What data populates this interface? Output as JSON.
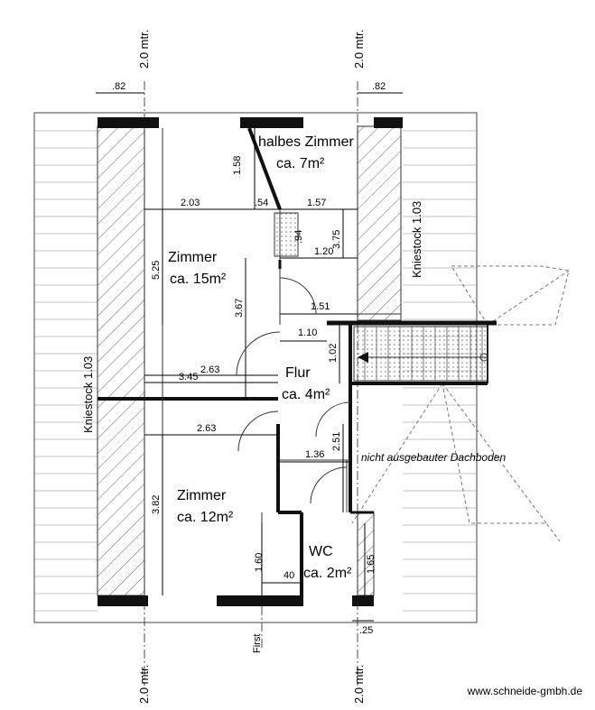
{
  "rooms": {
    "room_small_name": "halbes Zimmer",
    "room_small_area": "ca. 7m²",
    "room_large_name": "Zimmer",
    "room_large_area": "ca. 15m²",
    "room_mid_name": "Zimmer",
    "room_mid_area": "ca. 12m²",
    "hall_name": "Flur",
    "hall_area": "ca. 4m²",
    "wc_name": "WC",
    "wc_area": "ca. 2m²",
    "attic": "nicht ausgebauter Dachboden"
  },
  "labels": {
    "knee_left": "Kniestock 1.03",
    "knee_right": "Kniestock 1.03",
    "ridge": "First",
    "offset_tl": "2.0 mtr.",
    "offset_tr": "2.0 mtr.",
    "offset_bl": "2.0 mtr.",
    "offset_br": "2.0 mtr."
  },
  "dimensions": {
    "d_82_left": ".82",
    "d_82_right": ".82",
    "d_158": "1.58",
    "d_203": "2.03",
    "d_054": ".54",
    "d_157": "1.57",
    "d_375": "3.75",
    "d_094": ".94",
    "d_120": "1.20",
    "d_525": "5.25",
    "d_367": "3.67",
    "d_151": "1.51",
    "d_110": "1.10",
    "d_102": "1.02",
    "d_263_a": "2.63",
    "d_345": "3.45",
    "d_263_b": "2.63",
    "d_251": "2.51",
    "d_136": "1.36",
    "d_382": "3.82",
    "d_160": "1.60",
    "d_040": "40",
    "d_165": "1.65",
    "d_025": ".25"
  },
  "credit": "www.schneide-gmbh.de"
}
